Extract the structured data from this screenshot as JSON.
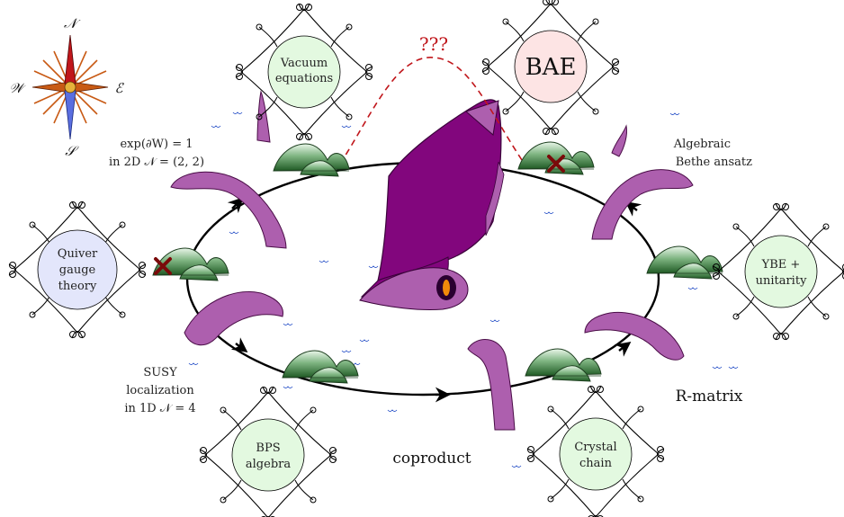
{
  "nodes": {
    "vacuum": {
      "line1": "Vacuum",
      "line2": "equations",
      "color": "#e3f9e0"
    },
    "bae": {
      "label": "BAE",
      "color": "#fde4e4"
    },
    "quiver": {
      "line1": "Quiver",
      "line2": "gauge",
      "line3": "theory",
      "color": "#e3e6fb"
    },
    "ybe": {
      "line1": "YBE +",
      "line2": "unitarity",
      "color": "#e3f9e0"
    },
    "bps": {
      "line1": "BPS",
      "line2": "algebra",
      "color": "#e3f9e0"
    },
    "crystal": {
      "line1": "Crystal",
      "line2": "chain",
      "color": "#e3f9e0"
    }
  },
  "edges": {
    "vacuum_rel": {
      "line1": "exp(∂W) = 1",
      "line2": "in 2D 𝒩 = (2, 2)"
    },
    "algebraic": {
      "line1": "Algebraic",
      "line2": "Bethe ansatz"
    },
    "rmatrix": {
      "label": "R-matrix"
    },
    "coproduct": {
      "label": "coproduct"
    },
    "susy": {
      "line1": "SUSY",
      "line2": "localization",
      "line3": "in 1D 𝒩 = 4"
    }
  },
  "unknown_link": {
    "label": "???",
    "color": "#c0161b"
  },
  "compass": {
    "north": "𝒩",
    "south": "𝒮",
    "east": "ℰ",
    "west": "𝒲"
  },
  "colors": {
    "squid_dark": "#82067d",
    "squid_light": "#ad5fae",
    "island_dark": "#2b6a2f",
    "island_light": "#cfe8cf",
    "cross": "#7a0a0a",
    "wave": "#2d55c9"
  }
}
